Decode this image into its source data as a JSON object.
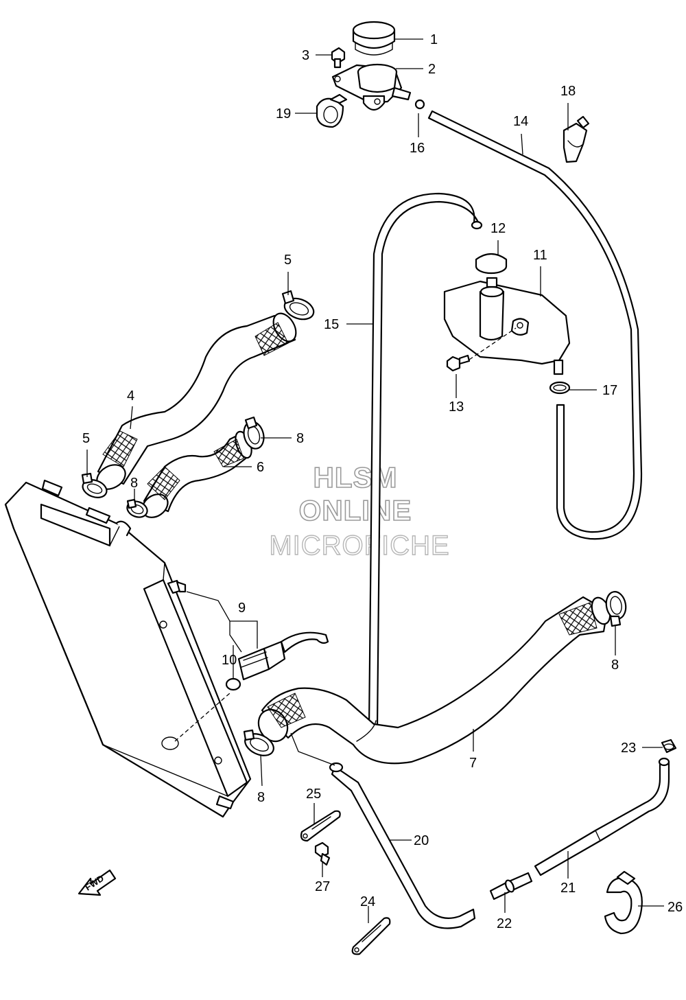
{
  "watermark": {
    "line1": "HLSM",
    "line2": "ONLINE",
    "line3": "MICROFICHE"
  },
  "direction_arrow": {
    "label": "FWD",
    "icon": "forward-arrow-icon"
  },
  "callouts": {
    "c1": "1",
    "c2": "2",
    "c3": "3",
    "c4": "4",
    "c5a": "5",
    "c5b": "5",
    "c6": "6",
    "c7": "7",
    "c8a": "8",
    "c8b": "8",
    "c8c": "8",
    "c8d": "8",
    "c9": "9",
    "c10": "10",
    "c11": "11",
    "c12": "12",
    "c13": "13",
    "c14": "14",
    "c15": "15",
    "c16": "16",
    "c17": "17",
    "c18": "18",
    "c19": "19",
    "c20": "20",
    "c21": "21",
    "c22": "22",
    "c23": "23",
    "c24": "24",
    "c25": "25",
    "c26": "26",
    "c27": "27"
  }
}
